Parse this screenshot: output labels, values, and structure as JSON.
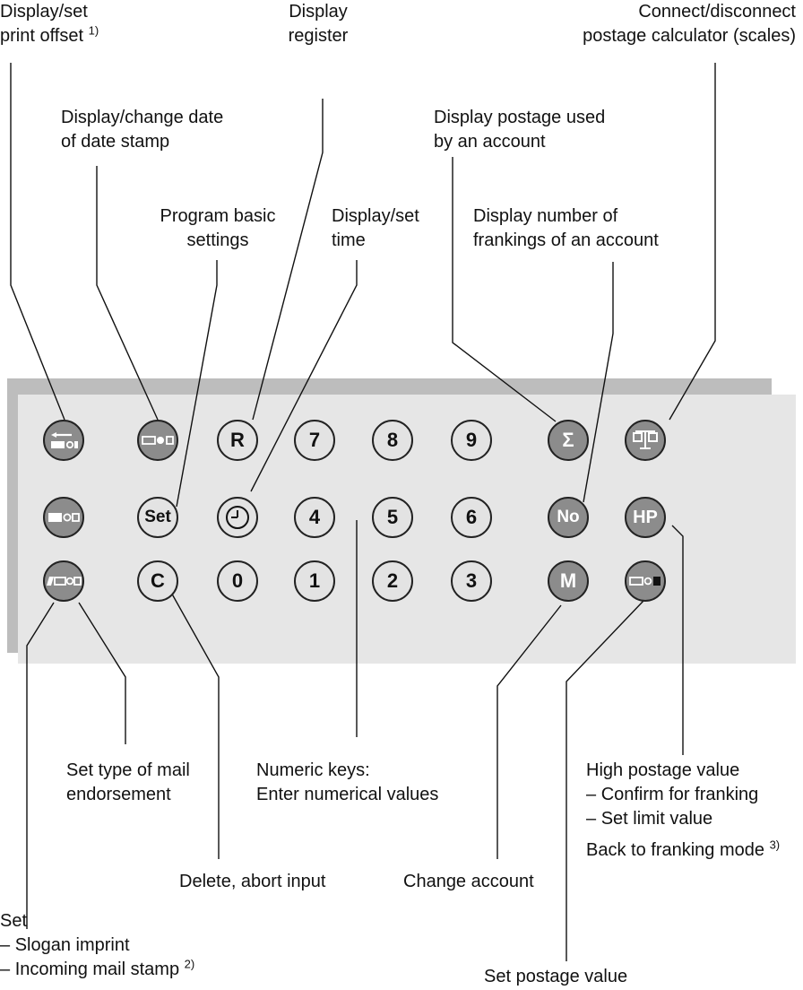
{
  "labels": {
    "print_offset": {
      "line1": "Display/set",
      "line2": "print offset",
      "note": "1)"
    },
    "date_stamp": {
      "line1": "Display/change date",
      "line2": "of date stamp"
    },
    "basic_settings": {
      "line1": "Program basic",
      "line2": "settings"
    },
    "register": {
      "line1": "Display",
      "line2": "register"
    },
    "time": {
      "line1": "Display/set",
      "line2": "time"
    },
    "postage_used": {
      "line1": "Display postage used",
      "line2": "by an account"
    },
    "frankings": {
      "line1": "Display number of",
      "line2": "frankings of an account"
    },
    "scales": {
      "line1": "Connect/disconnect",
      "line2": "postage calculator (scales)"
    },
    "mail_endorsement": {
      "line1": "Set type of mail",
      "line2": "endorsement"
    },
    "numeric": {
      "line1": "Numeric keys:",
      "line2": "Enter numerical values"
    },
    "delete": "Delete, abort input",
    "change_account": "Change account",
    "high_postage": {
      "title": "High postage value",
      "items": [
        "Confirm for franking",
        "Set limit value"
      ],
      "back": "Back to franking mode",
      "back_note": "3)"
    },
    "set_slogan": {
      "title": "Set",
      "items": [
        "Slogan imprint",
        "Incoming mail stamp"
      ],
      "note": "2)"
    },
    "set_postage": "Set postage value"
  },
  "keys": {
    "r": "R",
    "seven": "7",
    "eight": "8",
    "nine": "9",
    "set": "Set",
    "four": "4",
    "five": "5",
    "six": "6",
    "no": "No",
    "hp": "HP",
    "c": "C",
    "zero": "0",
    "one": "1",
    "two": "2",
    "three": "3",
    "m": "M",
    "sigma": "Σ"
  },
  "icons": {
    "print_offset": "print-offset-icon",
    "date_stamp": "date-stamp-icon",
    "slogan": "slogan-icon",
    "endorsement": "endorsement-icon",
    "clock": "clock-icon",
    "scales": "scales-icon",
    "postage": "postage-icon"
  },
  "colors": {
    "dark_key": "#8c8c8c",
    "light_key": "#e3e3e3",
    "panel": "#e6e6e6",
    "panel_shadow": "#bdbdbd"
  }
}
